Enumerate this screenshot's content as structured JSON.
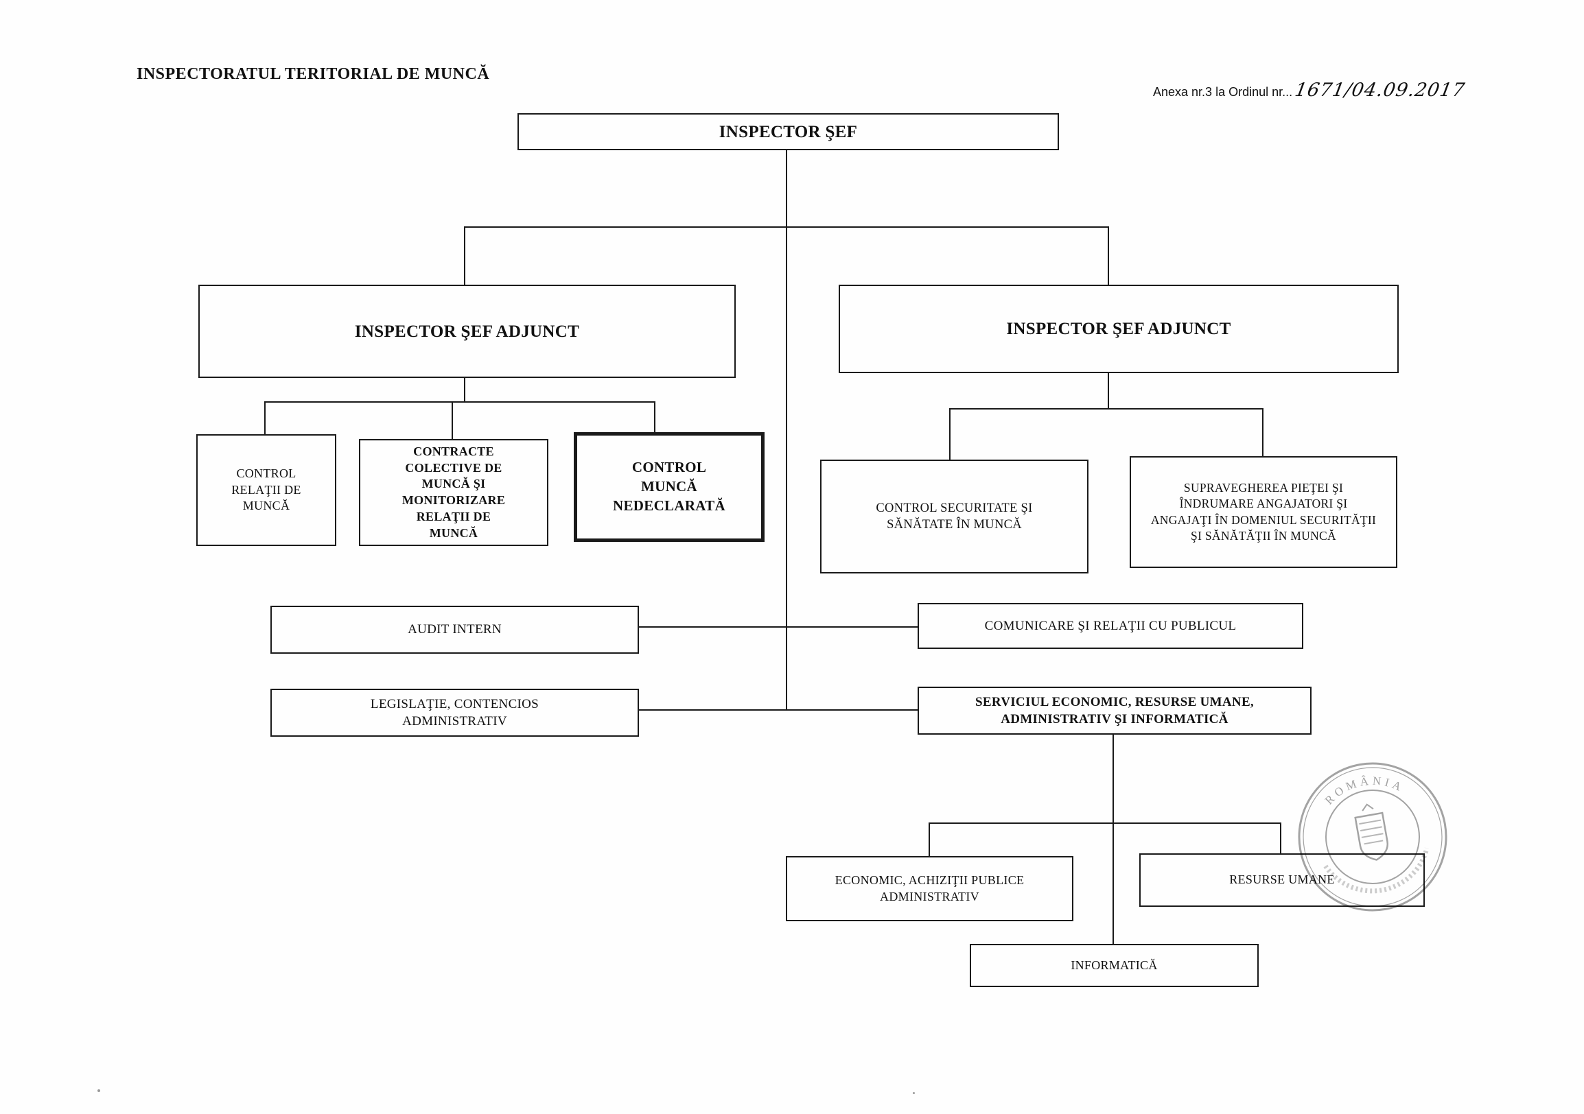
{
  "page": {
    "title": "INSPECTORATUL TERITORIAL DE MUNCĂ",
    "annex_label": "Anexa nr.3 la Ordinul nr...",
    "annex_number": "1671/04.09.2017"
  },
  "org": {
    "root": {
      "label": "INSPECTOR ŞEF"
    },
    "branches": [
      {
        "label": "INSPECTOR ŞEF ADJUNCT",
        "children": [
          {
            "label": "CONTROL RELAŢII DE MUNCĂ"
          },
          {
            "label": "CONTRACTE COLECTIVE DE MUNCĂ ŞI MONITORIZARE RELAŢII DE MUNCĂ"
          },
          {
            "label": "CONTROL MUNCĂ NEDECLARATĂ"
          }
        ]
      },
      {
        "label": "INSPECTOR ŞEF ADJUNCT",
        "children": [
          {
            "label": "CONTROL SECURITATE ŞI SĂNĂTATE ÎN MUNCĂ"
          },
          {
            "label": "SUPRAVEGHEREA PIEŢEI ŞI ÎNDRUMARE ANGAJATORI ŞI ANGAJAŢI ÎN DOMENIUL SECURITĂŢII ŞI SĂNĂTĂŢII ÎN MUNCĂ"
          }
        ]
      }
    ],
    "central_units": [
      {
        "label": "AUDIT INTERN"
      },
      {
        "label": "COMUNICARE ŞI RELAŢII CU PUBLICUL"
      },
      {
        "label": "LEGISLAŢIE, CONTENCIOS ADMINISTRATIV"
      },
      {
        "label": "SERVICIUL ECONOMIC, RESURSE UMANE, ADMINISTRATIV ŞI INFORMATICĂ"
      }
    ],
    "service_children": [
      {
        "label": "ECONOMIC, ACHIZIŢII PUBLICE ADMINISTRATIV"
      },
      {
        "label": "RESURSE UMANE"
      },
      {
        "label": "INFORMATICĂ"
      }
    ]
  },
  "stamp": {
    "country": "ROMÂNIA"
  },
  "colors": {
    "line": "#1a1a1a",
    "stamp_ink": "#6b6b6b"
  }
}
